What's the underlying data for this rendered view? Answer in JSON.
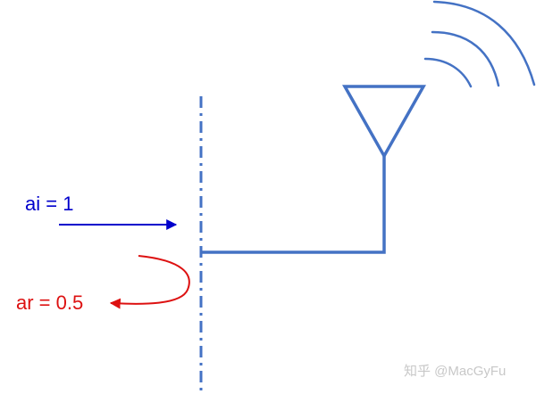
{
  "labels": {
    "incident": "ai = 1",
    "reflected": "ar = 0.5",
    "watermark": "知乎 @MacGyFu"
  },
  "colors": {
    "structure": "#4472c4",
    "incident": "#0000cc",
    "reflected": "#dd1111",
    "watermark": "#c8c8c8"
  },
  "icons": {
    "antenna": "triangle-antenna-icon",
    "radiation": "radio-waves-icon",
    "reference_plane": "dash-dot-line"
  }
}
